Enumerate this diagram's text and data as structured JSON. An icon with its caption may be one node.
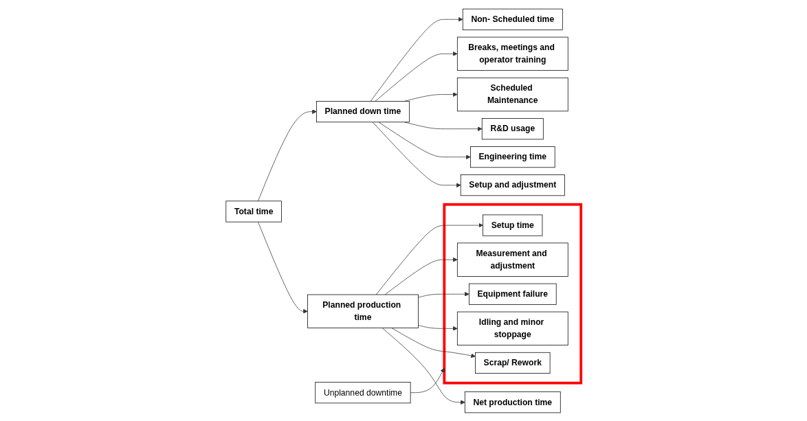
{
  "diagram": {
    "nodes": [
      {
        "text": [
          "Total time"
        ]
      },
      {
        "text": [
          "Planned down time"
        ]
      },
      {
        "text": [
          "Planned production time"
        ]
      },
      {
        "text": [
          "Non- Scheduled time"
        ]
      },
      {
        "text": [
          "Breaks, meetings and operator training"
        ]
      },
      {
        "text": [
          "Scheduled Maintenance"
        ]
      },
      {
        "text": [
          "R&D usage"
        ]
      },
      {
        "text": [
          "Engineering time"
        ]
      },
      {
        "text": [
          "Setup and adjustment"
        ]
      },
      {
        "text": [],
        "shape": "box"
      },
      {
        "text": [
          "Setup time"
        ],
        "in": 9
      },
      {
        "text": [
          "Measurement and adjustment"
        ],
        "in": 9
      },
      {
        "text": [
          "Equipment failure"
        ],
        "in": 9
      },
      {
        "text": [
          "Idling and minor stoppage"
        ],
        "in": 9
      },
      {
        "text": [
          "Scrap/ Rework"
        ],
        "in": 9
      },
      {
        "text": [
          "Net production time"
        ]
      },
      {
        "text": [
          "Unplanned downtime"
        ]
      }
    ],
    "edges": [
      {
        "from": 0,
        "to": 1,
        "arrow": "to"
      },
      {
        "from": 0,
        "to": 2,
        "arrow": "to"
      },
      {
        "from": 1,
        "to": 3,
        "arrow": "to"
      },
      {
        "from": 1,
        "to": 4,
        "arrow": "to"
      },
      {
        "from": 1,
        "to": 5,
        "arrow": "to"
      },
      {
        "from": 1,
        "to": 6,
        "arrow": "to"
      },
      {
        "from": 1,
        "to": 7,
        "arrow": "to"
      },
      {
        "from": 1,
        "to": 8,
        "arrow": "to"
      },
      {
        "from": 2,
        "to": 10,
        "arrow": "to"
      },
      {
        "from": 2,
        "to": 11,
        "arrow": "to"
      },
      {
        "from": 2,
        "to": 12,
        "arrow": "to"
      },
      {
        "from": 2,
        "to": 13,
        "arrow": "to"
      },
      {
        "from": 2,
        "to": 14,
        "arrow": "to"
      },
      {
        "from": 2,
        "to": 15,
        "arrow": "to"
      },
      {
        "from": 16,
        "to": 9,
        "arrow": "to"
      }
    ]
  }
}
